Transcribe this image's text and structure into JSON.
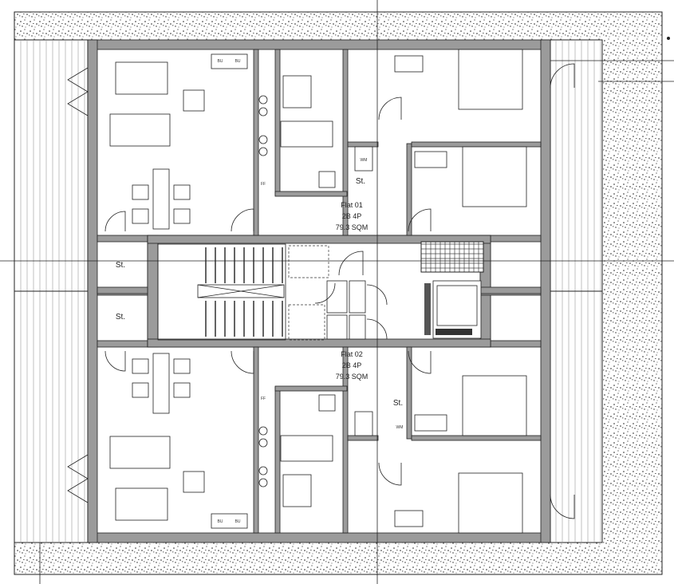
{
  "flats": [
    {
      "name": "Flat 01",
      "type": "2B 4P",
      "area": "79.3 SQM"
    },
    {
      "name": "Flat 02",
      "type": "2B 4P",
      "area": "79.3 SQM"
    }
  ],
  "store_label": "St.",
  "bu_label": "BU",
  "ff_label": "FF",
  "wm_label": "WM",
  "colors": {
    "wall": "#9b9b9b",
    "line": "#222222"
  }
}
